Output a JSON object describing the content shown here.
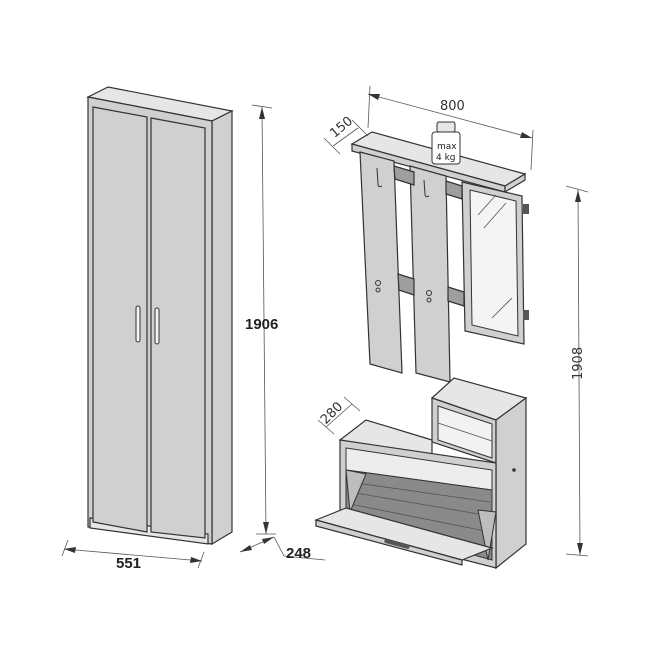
{
  "dimensions": {
    "wardrobe_width": "551",
    "wardrobe_depth": "248",
    "wardrobe_height": "1906",
    "coat_rack_width": "800",
    "coat_rack_depth": "150",
    "overall_height": "1908",
    "shoe_cabinet_depth": "280"
  },
  "shelf_load": {
    "line1": "max",
    "line2": "4 kg"
  }
}
